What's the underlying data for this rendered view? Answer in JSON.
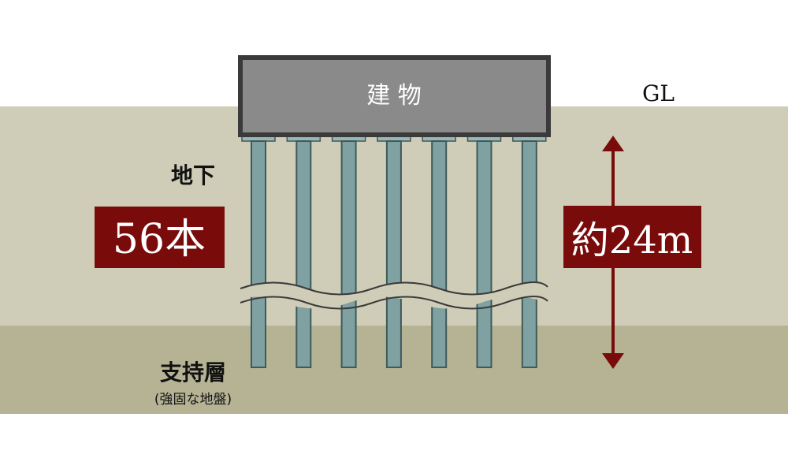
{
  "building": {
    "label": "建 物"
  },
  "ground": {
    "level_label": "GL"
  },
  "underground": {
    "label": "地下",
    "pile_count_label": "56本"
  },
  "depth": {
    "label": "約24m"
  },
  "bearing_layer": {
    "label": "支持層",
    "note": "(強固な地盤)"
  },
  "colors": {
    "upper_soil": "#cfcdb7",
    "bearing_soil": "#b6b394",
    "building_fill": "#8a8a8a",
    "building_border": "#3a3a3a",
    "pile": "#7fa1a1",
    "pile_stroke": "#3f5a5a",
    "badge": "#7a0b0b",
    "arrow": "#7a0b0b"
  },
  "pile_count_shown": 7
}
